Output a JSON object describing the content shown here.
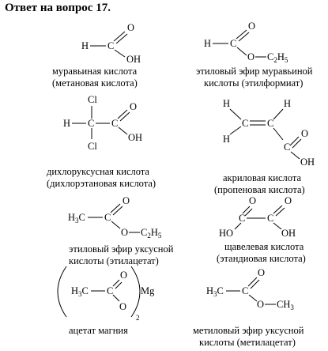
{
  "title": "Ответ на вопрос 17.",
  "atoms": {
    "H": "H",
    "C": "C",
    "O": "O",
    "OH": "OH",
    "HO": "HO",
    "Cl": "Cl",
    "Mg": "Mg",
    "C2": "C",
    "H5": "H",
    "H3": "H",
    "sub2": "2",
    "sub5": "5",
    "sub3": "3"
  },
  "compounds": [
    {
      "line1": "муравьиная кислота",
      "line2": "(метановая кислота)"
    },
    {
      "line1": "этиловый эфир муравьиной",
      "line2": "кислоты (этилформиат)"
    },
    {
      "line1": "дихлоруксусная кислота",
      "line2": "(дихлорэтановая кислота)"
    },
    {
      "line1": "акриловая кислота",
      "line2": "(пропеновая кислота)"
    },
    {
      "line1": "этиловый эфир уксусной",
      "line2": "кислоты (этилацетат)"
    },
    {
      "line1": "щавелевая кислота",
      "line2": "(этандиовая кислота)"
    },
    {
      "line1": "ацетат магния",
      "line2": ""
    },
    {
      "line1": "метиловый эфир уксусной",
      "line2": "кислоты (метилацетат)"
    }
  ]
}
